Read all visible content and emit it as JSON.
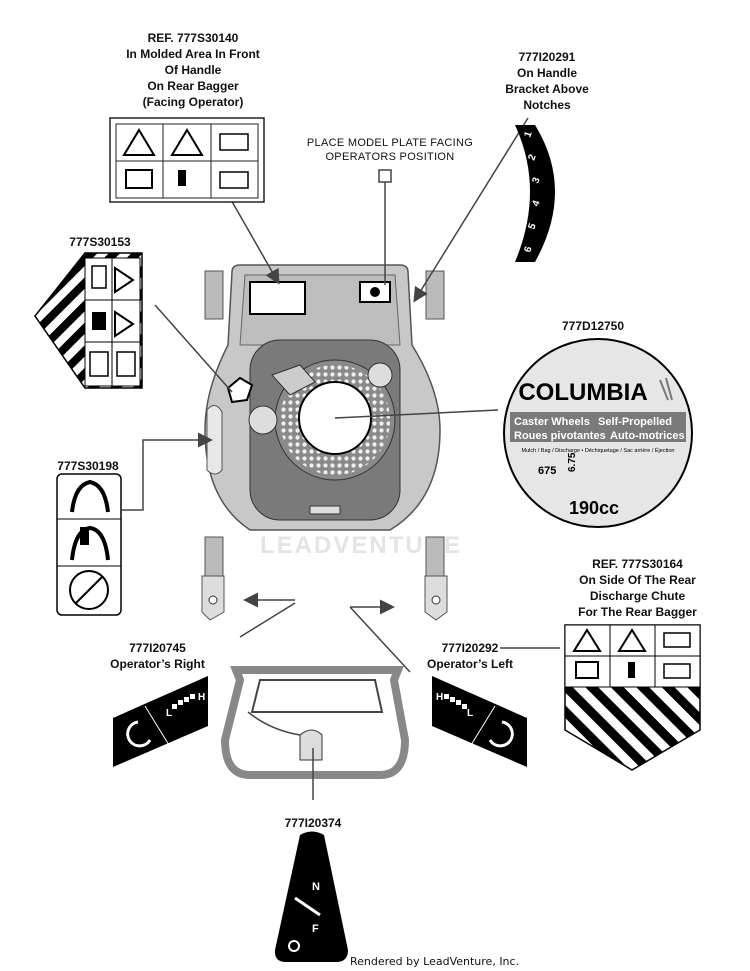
{
  "labels": {
    "s30140": {
      "ref": "REF.  777S30140",
      "l1": "In Molded Area In Front",
      "l2": "Of Handle",
      "l3": "On Rear Bagger",
      "l4": "(Facing Operator)"
    },
    "i20291": {
      "ref": "777I20291",
      "l1": "On Handle",
      "l2": "Bracket Above",
      "l3": "Notches"
    },
    "model_plate": {
      "l1": "PLACE MODEL PLATE FACING",
      "l2": "OPERATORS POSITION"
    },
    "s30153": {
      "ref": "777S30153"
    },
    "d12750": {
      "ref": "777D12750"
    },
    "s30198": {
      "ref": "777S30198"
    },
    "s30164": {
      "ref": "REF.  777S30164",
      "l1": "On Side Of The Rear",
      "l2": "Discharge Chute",
      "l3": "For The Rear Bagger"
    },
    "i20745": {
      "ref": "777I20745",
      "l1": "Operator’s Right"
    },
    "i20292": {
      "ref": "777I20292",
      "l1": "Operator’s Left"
    },
    "i20374": {
      "ref": "777I20374"
    }
  },
  "decal_text": {
    "columbia": "COLUMBIA",
    "line1a": "Caster Wheels",
    "line1b": "Self-Propelled",
    "line2a": "Roues pivotantes",
    "line2b": "Auto-motrices",
    "line3": "Mulch / Bag / Discharge • Déchiquetage / Sac arrière / Éjection",
    "engine": "190cc",
    "torque": "6.75",
    "torque2": "675"
  },
  "handle_scale": [
    "1",
    "2",
    "3",
    "4",
    "5",
    "6"
  ],
  "speed_decal": [
    "H",
    "L"
  ],
  "throttle": [
    "N",
    "F"
  ],
  "watermark": "LEADVENTURE",
  "footer": "Rendered by LeadVenture, Inc."
}
